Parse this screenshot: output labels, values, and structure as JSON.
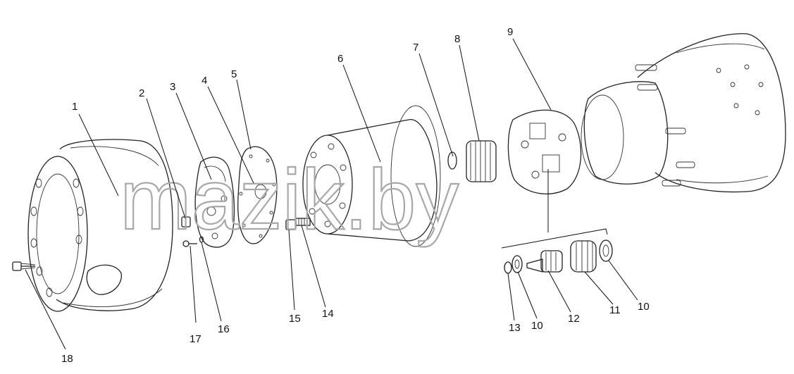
{
  "diagram": {
    "watermark": "mazik.by",
    "callouts": [
      {
        "id": "c1",
        "label": "1"
      },
      {
        "id": "c2",
        "label": "2"
      },
      {
        "id": "c3",
        "label": "3"
      },
      {
        "id": "c4",
        "label": "4"
      },
      {
        "id": "c5",
        "label": "5"
      },
      {
        "id": "c6",
        "label": "6"
      },
      {
        "id": "c7",
        "label": "7"
      },
      {
        "id": "c8",
        "label": "8"
      },
      {
        "id": "c9",
        "label": "9"
      },
      {
        "id": "c10a",
        "label": "10"
      },
      {
        "id": "c10b",
        "label": "10"
      },
      {
        "id": "c11",
        "label": "11"
      },
      {
        "id": "c12",
        "label": "12"
      },
      {
        "id": "c13",
        "label": "13"
      },
      {
        "id": "c14",
        "label": "14"
      },
      {
        "id": "c15",
        "label": "15"
      },
      {
        "id": "c16",
        "label": "16"
      },
      {
        "id": "c17",
        "label": "17"
      },
      {
        "id": "c18",
        "label": "18"
      }
    ]
  }
}
